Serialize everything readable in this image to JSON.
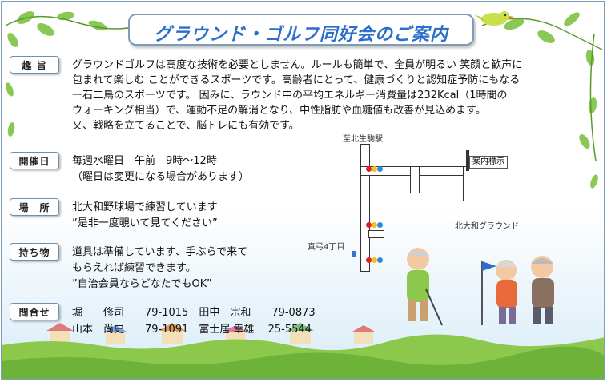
{
  "title": "グラウンド・ゴルフ同好会のご案内",
  "sections": {
    "purpose": {
      "label": "趣 旨",
      "lines": [
        "グラウンドゴルフは高度な技術を必要としません。ルールも簡単で、全員が明るい 笑顔と歓声に",
        "包まれて楽しむ ことができるスポーツです。高齢者にとって、健康づくりと認知症予防にもなる",
        "一石二鳥のスポーツです。 因みに、ラウンド中の平均エネルギー消費量は232Kcal（1時間の",
        "ウォーキング相当）で、運動不足の解消となり、中性脂肪や血糖値も改善が見込めます。",
        "又、戦略を立てることで、脳トレにも有効です。"
      ]
    },
    "schedule": {
      "label": "開催日",
      "lines": [
        "毎週水曜日　午前　9時～12時",
        "（曜日は変更になる場合があります）"
      ]
    },
    "place": {
      "label": "場　所",
      "lines": [
        "北大和野球場で練習しています",
        "”是非一度覗いて見てください”"
      ]
    },
    "items": {
      "label": "持ち物",
      "lines": [
        "道具は準備しています、手ぶらで来て",
        "もらえれば練習できます。",
        "”自治会員ならどなたでもOK”"
      ]
    },
    "contact": {
      "label": "問合せ",
      "lines": [
        "堀　　修司　　79-1015　田中　宗和　　79-0873",
        "山本　尚史　　79-1091　富士居 幸雄　 25-5544"
      ]
    }
  },
  "map": {
    "station": "至北生駒駅",
    "sign": "案内標示",
    "ground": "北大和グラウンド",
    "intersection": "真弓4丁目"
  },
  "colors": {
    "title": "#2c6fc9",
    "frame": "#7f9db9",
    "grass": "#8cc84b"
  }
}
